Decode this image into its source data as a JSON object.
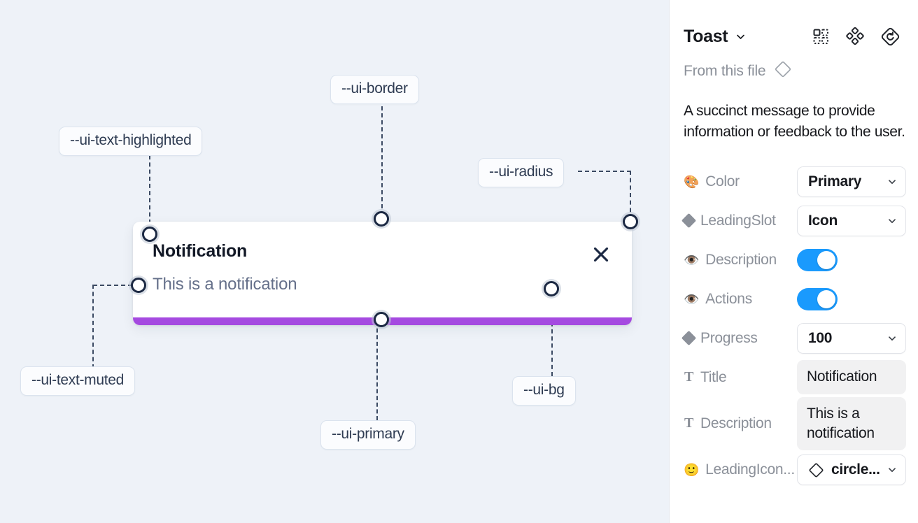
{
  "canvas": {
    "background_color": "#eef2f8",
    "toast": {
      "title": "Notification",
      "description": "This is a notification",
      "close_icon": "close-x-icon",
      "progress_color": "#a54ae0",
      "background_color": "#ffffff"
    },
    "annotations": [
      {
        "id": "ui-text-highlighted",
        "label": "--ui-text-highlighted"
      },
      {
        "id": "ui-border",
        "label": "--ui-border"
      },
      {
        "id": "ui-radius",
        "label": "--ui-radius"
      },
      {
        "id": "ui-text-muted",
        "label": "--ui-text-muted"
      },
      {
        "id": "ui-primary",
        "label": "--ui-primary"
      },
      {
        "id": "ui-bg",
        "label": "--ui-bg"
      }
    ]
  },
  "panel": {
    "title": "Toast",
    "title_chevron": "chevron-down-icon",
    "header_icons": [
      {
        "name": "component-grid-icon"
      },
      {
        "name": "four-diamonds-icon"
      },
      {
        "name": "reset-diamond-icon"
      }
    ],
    "from_this_file": {
      "label": "From this file",
      "icon": "diamond-outline-icon"
    },
    "description": "A succinct message to provide information or feedback to the user.",
    "properties": [
      {
        "name": "color",
        "icon": "palette-emoji",
        "icon_glyph": "🎨",
        "icon_type": "emoji",
        "label": "Color",
        "control": "select",
        "value": "Primary"
      },
      {
        "name": "leadingslot",
        "icon": "diamond-filled-icon",
        "icon_type": "diamond",
        "label": "LeadingSlot",
        "control": "select",
        "value": "Icon"
      },
      {
        "name": "description-visibility",
        "icon": "eye-emoji",
        "icon_glyph": "👁️",
        "icon_type": "emoji",
        "label": "Description",
        "control": "toggle",
        "value": "on"
      },
      {
        "name": "actions-visibility",
        "icon": "eye-emoji",
        "icon_glyph": "👁️",
        "icon_type": "emoji",
        "label": "Actions",
        "control": "toggle",
        "value": "on"
      },
      {
        "name": "progress",
        "icon": "diamond-filled-icon",
        "icon_type": "diamond",
        "label": "Progress",
        "control": "select",
        "value": "100"
      },
      {
        "name": "title",
        "icon": "text-t-icon",
        "icon_glyph": "T",
        "icon_type": "serif-t",
        "label": "Title",
        "control": "textfield",
        "value": "Notification"
      },
      {
        "name": "description",
        "icon": "text-t-icon",
        "icon_glyph": "T",
        "icon_type": "serif-t",
        "label": "Description",
        "control": "textfield",
        "value": "This is a notification"
      },
      {
        "name": "leadingicon",
        "icon": "smiley-emoji",
        "icon_glyph": "🙂",
        "icon_type": "emoji",
        "label": "LeadingIcon...",
        "control": "select-icon",
        "value": "circle..."
      }
    ],
    "toggle_color": "#1a9afd",
    "field_background": "#f1f1f2"
  }
}
